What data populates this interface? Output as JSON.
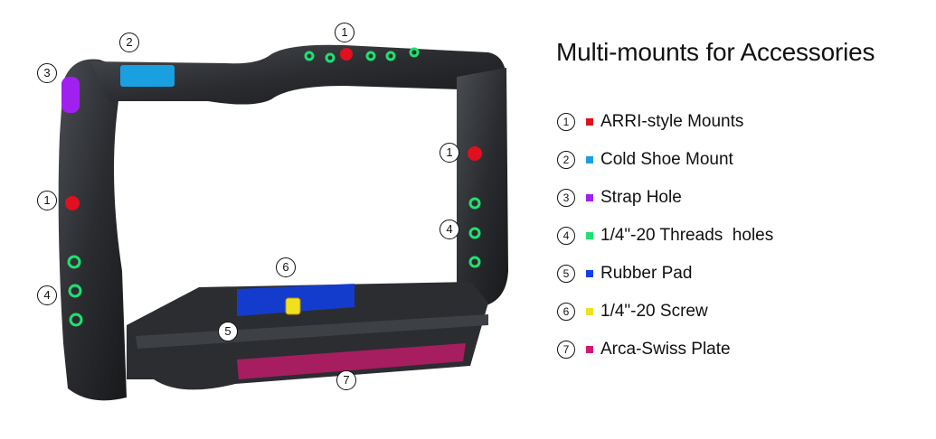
{
  "title": "Multi-mounts for Accessories",
  "legend": [
    {
      "num": "1",
      "label": "ARRI-style Mounts",
      "color": "#e0101e"
    },
    {
      "num": "2",
      "label": "Cold Shoe Mount",
      "color": "#1aa0e0"
    },
    {
      "num": "3",
      "label": "Strap Hole",
      "color": "#a020f0"
    },
    {
      "num": "4",
      "label": "1/4\"-20 Threads  holes",
      "color": "#20e070"
    },
    {
      "num": "5",
      "label": "Rubber Pad",
      "color": "#1040e8"
    },
    {
      "num": "6",
      "label": "1/4\"-20 Screw",
      "color": "#f0e020"
    },
    {
      "num": "7",
      "label": "Arca-Swiss Plate",
      "color": "#d01870"
    }
  ],
  "callouts": [
    "1",
    "2",
    "3",
    "1",
    "4",
    "1",
    "4",
    "6",
    "5",
    "7"
  ]
}
